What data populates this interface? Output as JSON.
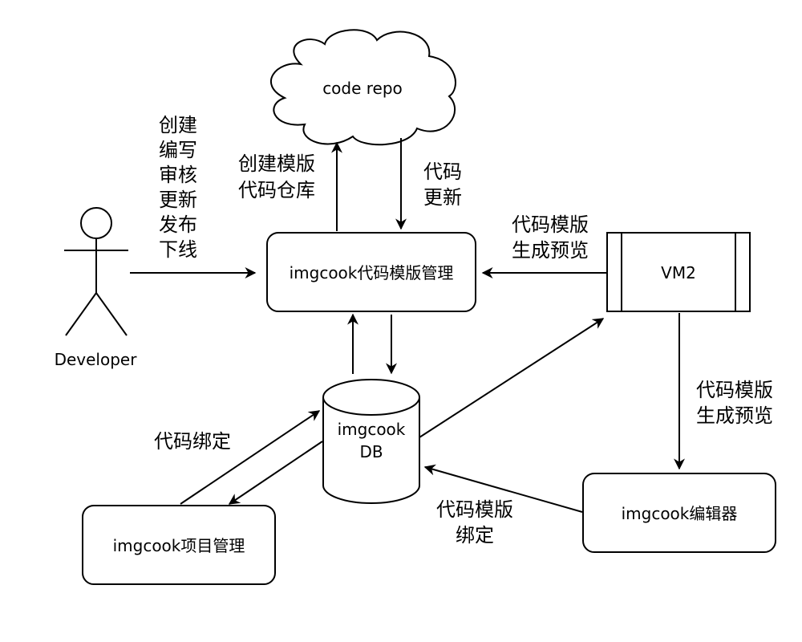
{
  "nodes": {
    "repo": "code repo",
    "manager": "imgcook代码模版管理",
    "vm2": "VM2",
    "db": [
      "imgcook",
      "DB"
    ],
    "project": "imgcook项目管理",
    "editor": "imgcook编辑器",
    "developer": "Developer"
  },
  "edges": {
    "developer_actions": [
      "创建",
      "编写",
      "审核",
      "更新",
      "发布",
      "下线"
    ],
    "create_repo": [
      "创建模版",
      "代码仓库"
    ],
    "code_update": [
      "代码",
      "更新"
    ],
    "vm2_preview": [
      "代码模版",
      "生成预览"
    ],
    "editor_preview": [
      "代码模版",
      "生成预览"
    ],
    "code_bind": "代码绑定",
    "template_bind": [
      "代码模版",
      "绑定"
    ]
  }
}
